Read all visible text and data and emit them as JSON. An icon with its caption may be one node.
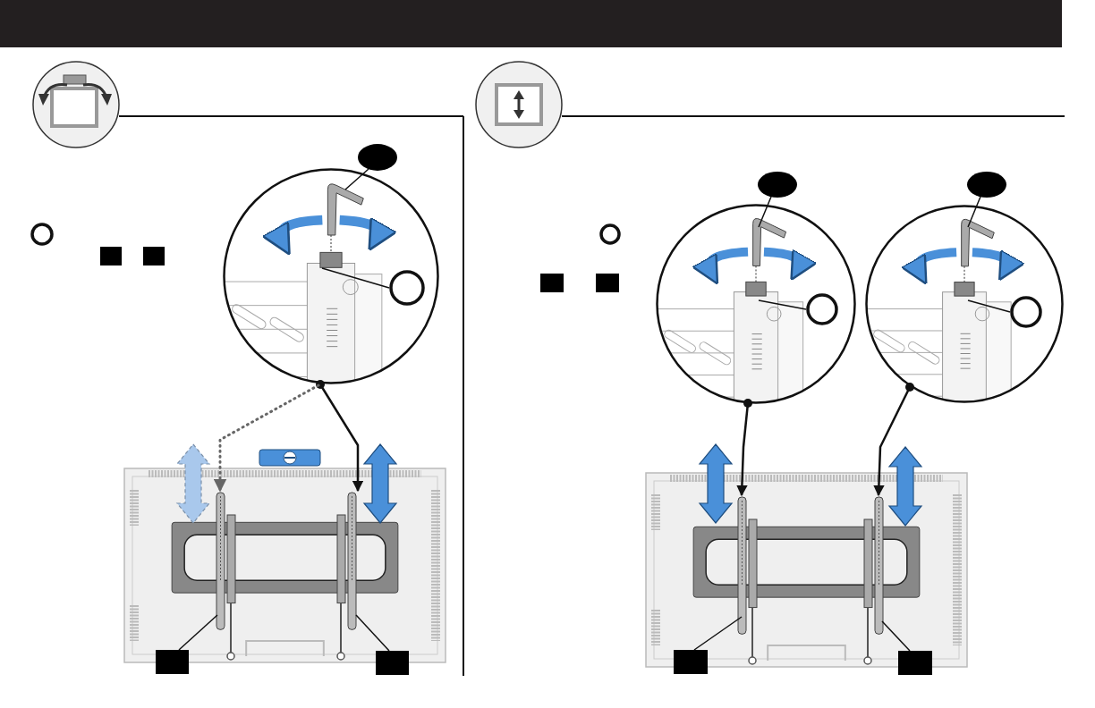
{
  "diagram": {
    "nodes": [
      {
        "text": [],
        "shape": "circle"
      },
      {
        "text": [],
        "shape": "box"
      },
      {
        "text": [],
        "shape": "box"
      },
      {
        "text": [],
        "shape": "ellipse"
      },
      {
        "text": [],
        "shape": "picture"
      },
      {
        "text": [],
        "shape": "circle",
        "in": 4
      },
      {
        "text": [],
        "shape": "picture"
      },
      {
        "text": [],
        "shape": "box"
      },
      {
        "text": [],
        "shape": "box"
      },
      {
        "text": [],
        "shape": "circle"
      },
      {
        "text": [],
        "shape": "box"
      },
      {
        "text": [],
        "shape": "box"
      },
      {
        "text": [],
        "shape": "ellipse"
      },
      {
        "text": [],
        "shape": "ellipse"
      },
      {
        "text": [],
        "shape": "picture"
      },
      {
        "text": [],
        "shape": "circle",
        "in": 14
      },
      {
        "text": [],
        "shape": "picture"
      },
      {
        "text": [],
        "shape": "circle",
        "in": 16
      },
      {
        "text": [],
        "shape": "picture"
      },
      {
        "text": [],
        "shape": "box"
      },
      {
        "text": [],
        "shape": "box"
      }
    ],
    "edges": [
      {
        "from": 3,
        "to": 4,
        "arrow": "none"
      },
      {
        "from": 5,
        "to": 4,
        "arrow": "none"
      },
      {
        "from": 4,
        "to": 6,
        "arrow": "to"
      },
      {
        "from": 4,
        "to": 6,
        "arrow": "to",
        "style": "dashed",
        "color": "#666666"
      },
      {
        "from": 7,
        "to": 6,
        "arrow": "none"
      },
      {
        "from": 8,
        "to": 6,
        "arrow": "none"
      },
      {
        "from": 12,
        "to": 14,
        "arrow": "none"
      },
      {
        "from": 13,
        "to": 16,
        "arrow": "none"
      },
      {
        "from": 15,
        "to": 14,
        "arrow": "none"
      },
      {
        "from": 17,
        "to": 16,
        "arrow": "none"
      },
      {
        "from": 14,
        "to": 18,
        "arrow": "to"
      },
      {
        "from": 16,
        "to": 18,
        "arrow": "to"
      },
      {
        "from": 19,
        "to": 18,
        "arrow": "none"
      },
      {
        "from": 20,
        "to": 18,
        "arrow": "none"
      }
    ]
  }
}
